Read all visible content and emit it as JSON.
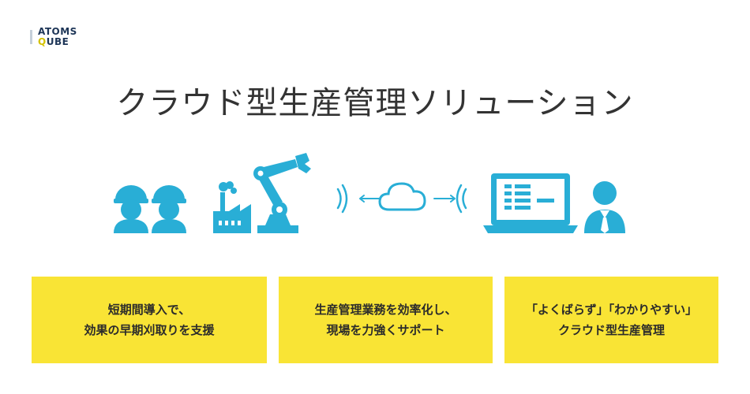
{
  "logo": {
    "line1": "ATOMS",
    "line2_q": "Q",
    "line2_rest": "UBE"
  },
  "headline": "クラウド型生産管理ソリューション",
  "colors": {
    "accent": "#29aed6",
    "card": "#f9e435",
    "text": "#333333"
  },
  "icons": [
    "workers-icon",
    "factory-icon",
    "robot-arm-icon",
    "signal-waves-icon",
    "arrow-left-icon",
    "cloud-icon",
    "arrow-right-icon",
    "laptop-icon",
    "businessman-icon"
  ],
  "cards": [
    {
      "line1": "短期間導入で、",
      "line2": "効果の早期刈取りを支援"
    },
    {
      "line1": "生産管理業務を効率化し、",
      "line2": "現場を力強くサポート"
    },
    {
      "line1": "「よくばらず」「わかりやすい」",
      "line2": "クラウド型生産管理"
    }
  ]
}
